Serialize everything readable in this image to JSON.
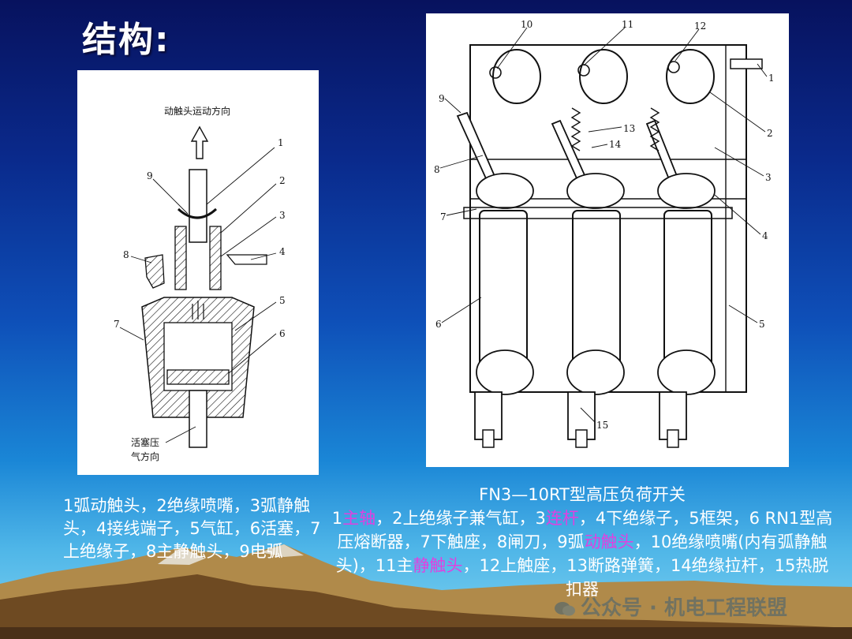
{
  "slide": {
    "title": "结构:",
    "left_figure": {
      "motion_label": "动触头运动方向",
      "piston_label_line1": "活塞压",
      "piston_label_line2": "气方向",
      "callouts": [
        "1",
        "2",
        "3",
        "4",
        "5",
        "6",
        "7",
        "8",
        "9"
      ]
    },
    "right_figure": {
      "callouts": [
        "10",
        "11",
        "12",
        "1",
        "2",
        "3",
        "4",
        "5",
        "6",
        "7",
        "8",
        "9",
        "13",
        "14",
        "15"
      ]
    },
    "left_caption": "1弧动触头，2绝缘喷嘴，3弧静触头，4接线端子，5气缸，6活塞，7上绝缘子，8主静触头，9电弧",
    "right_caption": {
      "title": "FN3—10RT型高压负荷开关",
      "p1": "1",
      "p2": "主轴",
      "p3": "，2上绝缘子兼气缸，3",
      "p4": "连杆",
      "p5": "，4下绝缘子，5框架，6 RN1型高压熔断器，7下触座，8闸刀，9弧",
      "p6": "动触头",
      "p7": "，10绝缘喷嘴(内有弧静触头)，11主",
      "p8": "静触头",
      "p9": "，12上触座，13断路弹簧，14绝缘拉杆，15热脱扣器"
    },
    "watermark": "公众号 · 机电工程联盟",
    "colors": {
      "highlight": "#e040e0",
      "text": "#ffffff"
    }
  }
}
